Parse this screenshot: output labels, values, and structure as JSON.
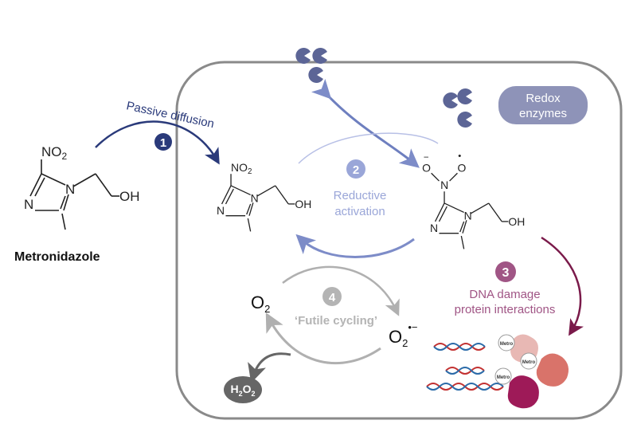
{
  "drug_name": "Metronidazole",
  "atoms": {
    "nitro": "NO",
    "nitro_sub": "2",
    "n": "N",
    "oh": "OH",
    "o": "O",
    "o_minus": "−",
    "o_dot": "•"
  },
  "steps": [
    {
      "number": "1",
      "label": "Passive diffusion",
      "color": "#2a3a7a"
    },
    {
      "number": "2",
      "label_line1": "Reductive",
      "label_line2": "activation",
      "color": "#9aa6d8"
    },
    {
      "number": "3",
      "label_line1": "DNA damage",
      "label_line2": "protein interactions",
      "color": "#a05585"
    },
    {
      "number": "4",
      "label": "‘Futile cycling’",
      "color": "#b4b4b4"
    }
  ],
  "enzymes": {
    "label_line1": "Redox",
    "label_line2": "enzymes",
    "color": "#8e93b8"
  },
  "oxygen": {
    "o2": "O",
    "sub": "2",
    "superoxide_sup": "•−"
  },
  "peroxide": {
    "h": "H",
    "o": "O",
    "sub": "2"
  },
  "metro_tag": "Metro",
  "colors": {
    "cell_border": "#8a8a8a",
    "arrow_reduce": "#6e7fbf",
    "arrow_damage": "#7a1a4a",
    "arrow_h2o2": "#666666"
  }
}
